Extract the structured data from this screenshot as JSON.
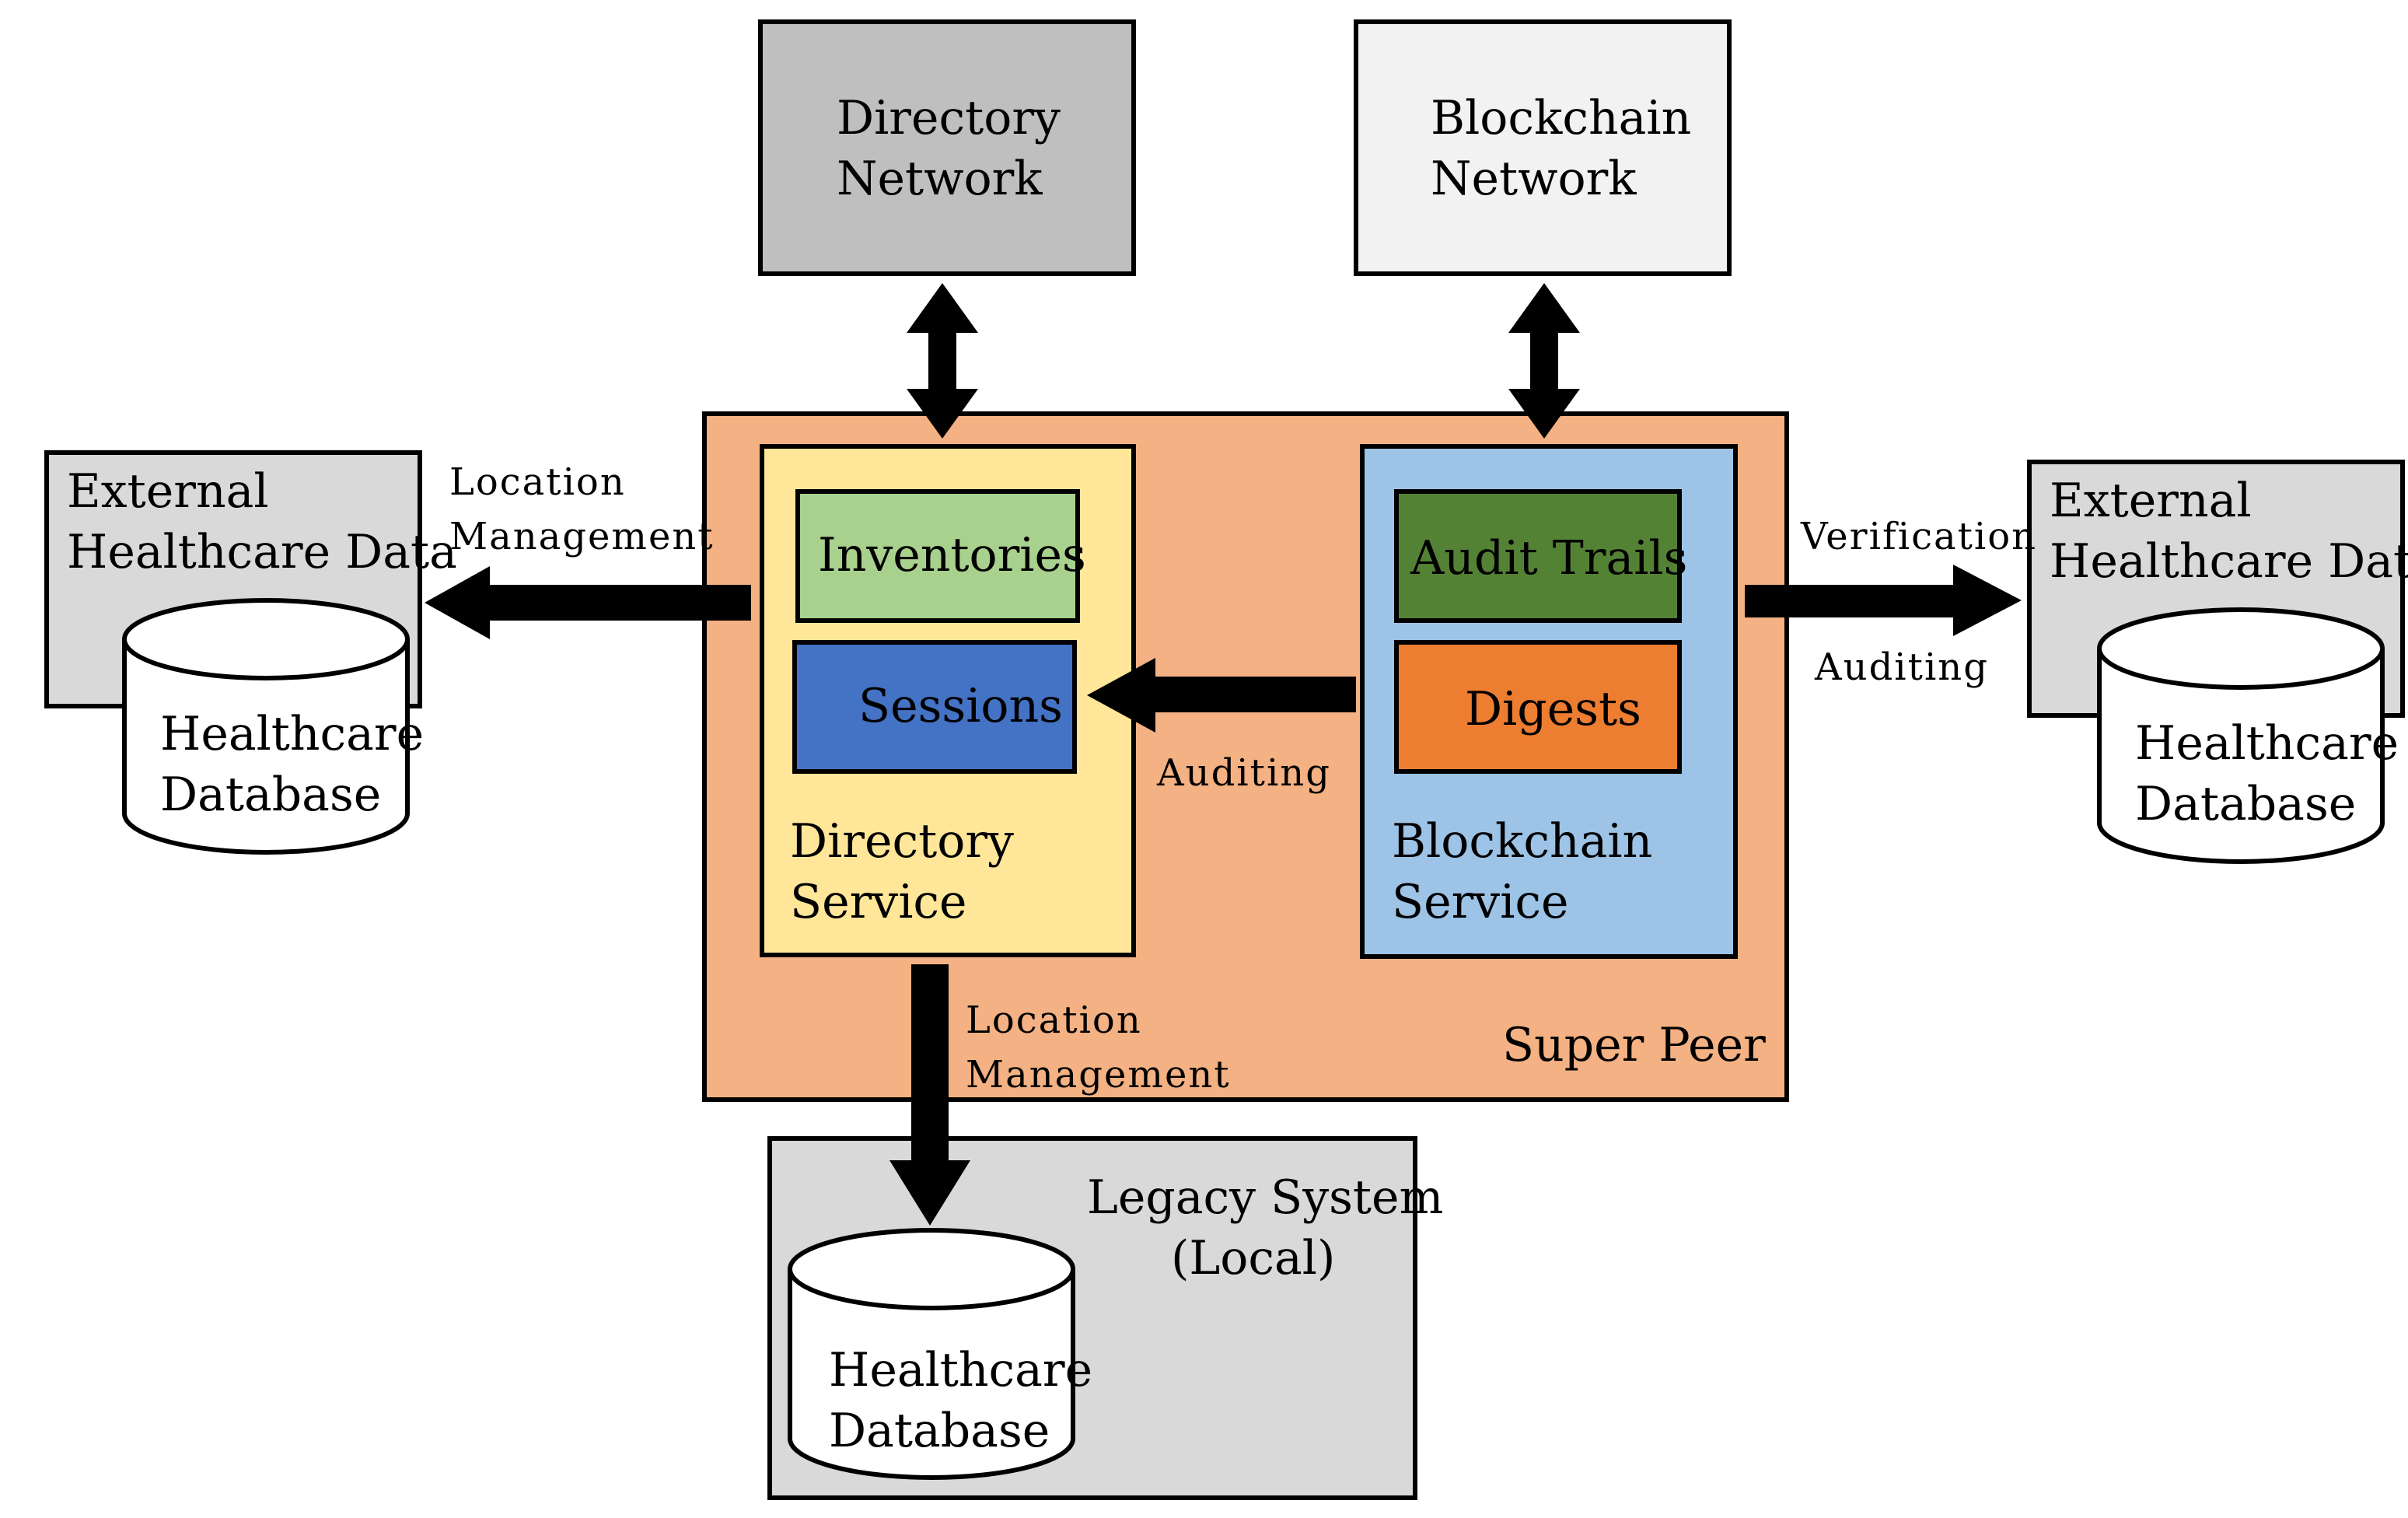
{
  "colors": {
    "directory_network": "#bfbfbf",
    "blockchain_network": "#f2f2f2",
    "super_peer": "#f4b183",
    "directory_service": "#ffe699",
    "inventories": "#a9d18e",
    "sessions": "#4472c4",
    "blockchain_service": "#9dc3e6",
    "audit_trails": "#548235",
    "digests": "#ed7d31",
    "external_box": "#d9d9d9",
    "legacy_box": "#d9d9d9",
    "arrow": "#000000",
    "border": "#000000"
  },
  "directory_network": {
    "line1": "Directory",
    "line2": "Network"
  },
  "blockchain_network": {
    "line1": "Blockchain",
    "line2": "Network"
  },
  "super_peer": {
    "label": "Super Peer"
  },
  "directory_service": {
    "line1": "Directory",
    "line2": "Service",
    "inventories": "Inventories",
    "sessions": "Sessions"
  },
  "blockchain_service": {
    "line1": "Blockchain",
    "line2": "Service",
    "audit_trails": "Audit Trails",
    "digests": "Digests"
  },
  "external_left": {
    "line1": "External",
    "line2": "Healthcare Data",
    "db_line1": "Healthcare",
    "db_line2": "Database"
  },
  "external_right": {
    "line1": "External",
    "line2": "Healthcare Data",
    "db_line1": "Healthcare",
    "db_line2": "Database"
  },
  "legacy_system": {
    "line1": "Legacy System",
    "line2": "(Local)",
    "db_line1": "Healthcare",
    "db_line2": "Database"
  },
  "edge_labels": {
    "left_line1": "Location",
    "left_line2": "Management",
    "right_top": "Verification",
    "right_bottom": "Auditing",
    "center": "Auditing",
    "bottom_line1": "Location",
    "bottom_line2": "Management"
  }
}
